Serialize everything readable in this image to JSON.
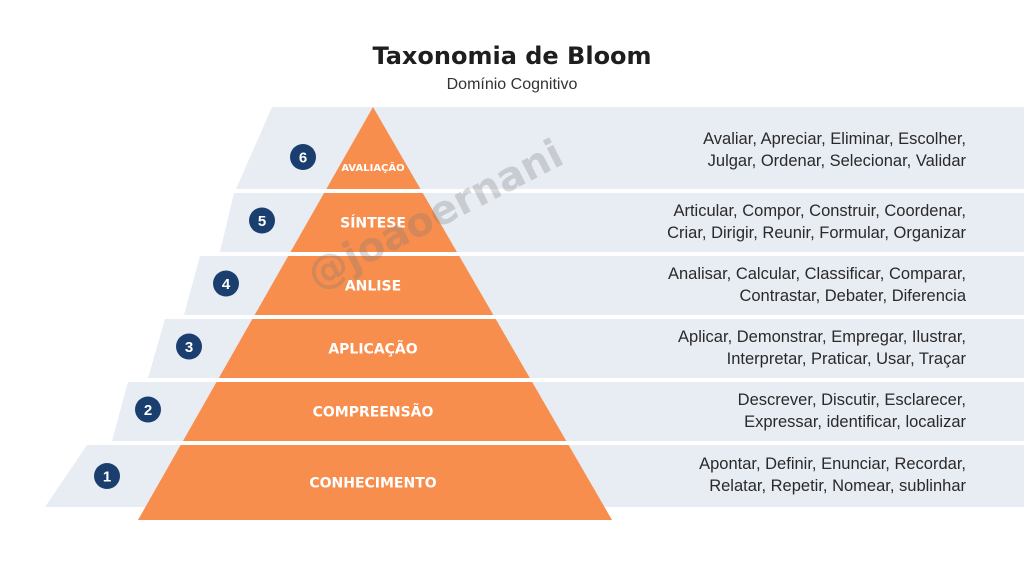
{
  "title": "Taxonomia de Bloom",
  "subtitle": "Domínio Cognitivo",
  "watermark": "@joaoernani",
  "colors": {
    "band": "#e8ecf3",
    "pyramid": "#f88e4d",
    "badge": "#1a3f6f",
    "text": "#2a2a2a"
  },
  "levels": [
    {
      "number": "6",
      "label": "AVALIAÇÃO",
      "verbs": [
        "Avaliar, Apreciar, Eliminar, Escolher,",
        "Julgar, Ordenar, Selecionar, Validar"
      ]
    },
    {
      "number": "5",
      "label": "SÍNTESE",
      "verbs": [
        "Articular, Compor, Construir, Coordenar,",
        "Criar, Dirigir, Reunir, Formular, Organizar"
      ]
    },
    {
      "number": "4",
      "label": "ANLISE",
      "verbs": [
        "Analisar, Calcular, Classificar, Comparar,",
        "Contrastar, Debater, Diferencia"
      ]
    },
    {
      "number": "3",
      "label": "APLICAÇÃO",
      "verbs": [
        "Aplicar, Demonstrar, Empregar, Ilustrar,",
        "Interpretar, Praticar, Usar, Traçar"
      ]
    },
    {
      "number": "2",
      "label": "COMPREENSÃO",
      "verbs": [
        "Descrever, Discutir, Esclarecer,",
        "Expressar, identificar, localizar"
      ]
    },
    {
      "number": "1",
      "label": "CONHECIMENTO",
      "verbs": [
        "Apontar, Definir, Enunciar,  Recordar,",
        "Relatar, Repetir, Nomear, sublinhar"
      ]
    }
  ]
}
